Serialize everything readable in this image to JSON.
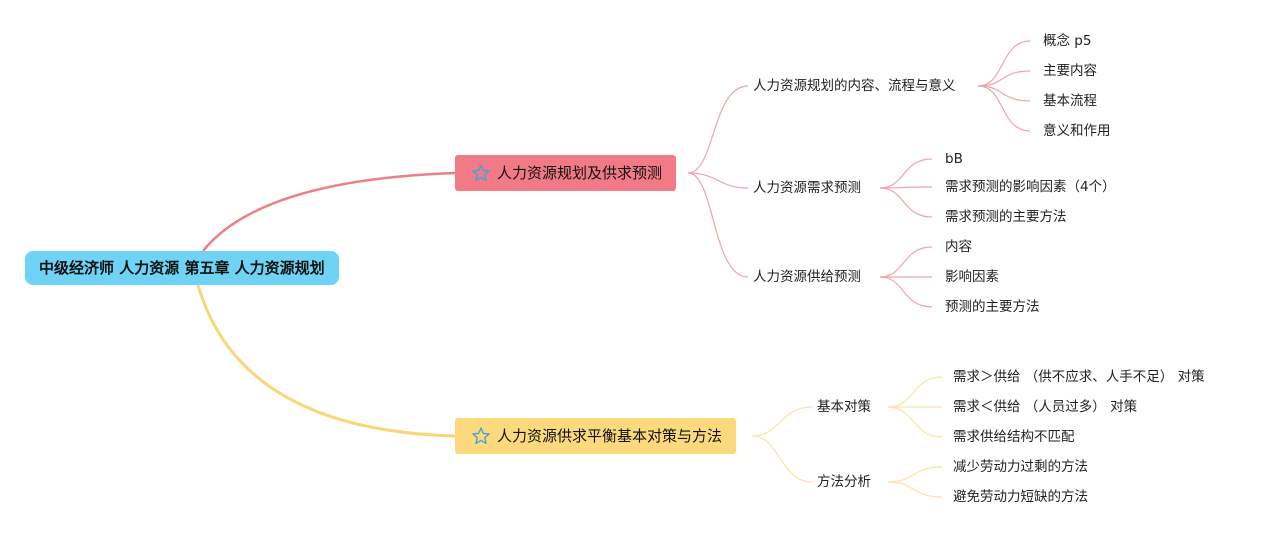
{
  "root": {
    "label": "中级经济师 人力资源 第五章 人力资源规划"
  },
  "topics": [
    {
      "label": "人力资源规划及供求预测",
      "icon": "star-icon",
      "color": "#f27a86",
      "children": [
        {
          "label": "人力资源规划的内容、流程与意义",
          "children": [
            "概念 p5",
            "主要内容",
            "基本流程",
            "意义和作用"
          ]
        },
        {
          "label": "人力资源需求预测",
          "children": [
            "bB",
            "需求预测的影响因素（4个）",
            "需求预测的主要方法"
          ]
        },
        {
          "label": "人力资源供给预测",
          "children": [
            "内容",
            "影响因素",
            "预测的主要方法"
          ]
        }
      ]
    },
    {
      "label": "人力资源供求平衡基本对策与方法",
      "icon": "star-icon",
      "color": "#fcd97d",
      "children": [
        {
          "label": "基本对策",
          "children": [
            "需求＞供给 （供不应求、人手不足） 对策",
            "需求＜供给 （人员过多） 对策",
            "需求供给结构不匹配"
          ]
        },
        {
          "label": "方法分析",
          "children": [
            "减少劳动力过剩的方法",
            "避免劳动力短缺的方法"
          ]
        }
      ]
    }
  ],
  "colors": {
    "root": "#6fd3f6",
    "branch_red_line": "#ef7d86",
    "branch_red_thin": "#f2a3aa",
    "branch_yellow_line": "#f8d778",
    "branch_yellow_thin": "#fbe3a4",
    "star_icon": "#3fa3d8"
  }
}
